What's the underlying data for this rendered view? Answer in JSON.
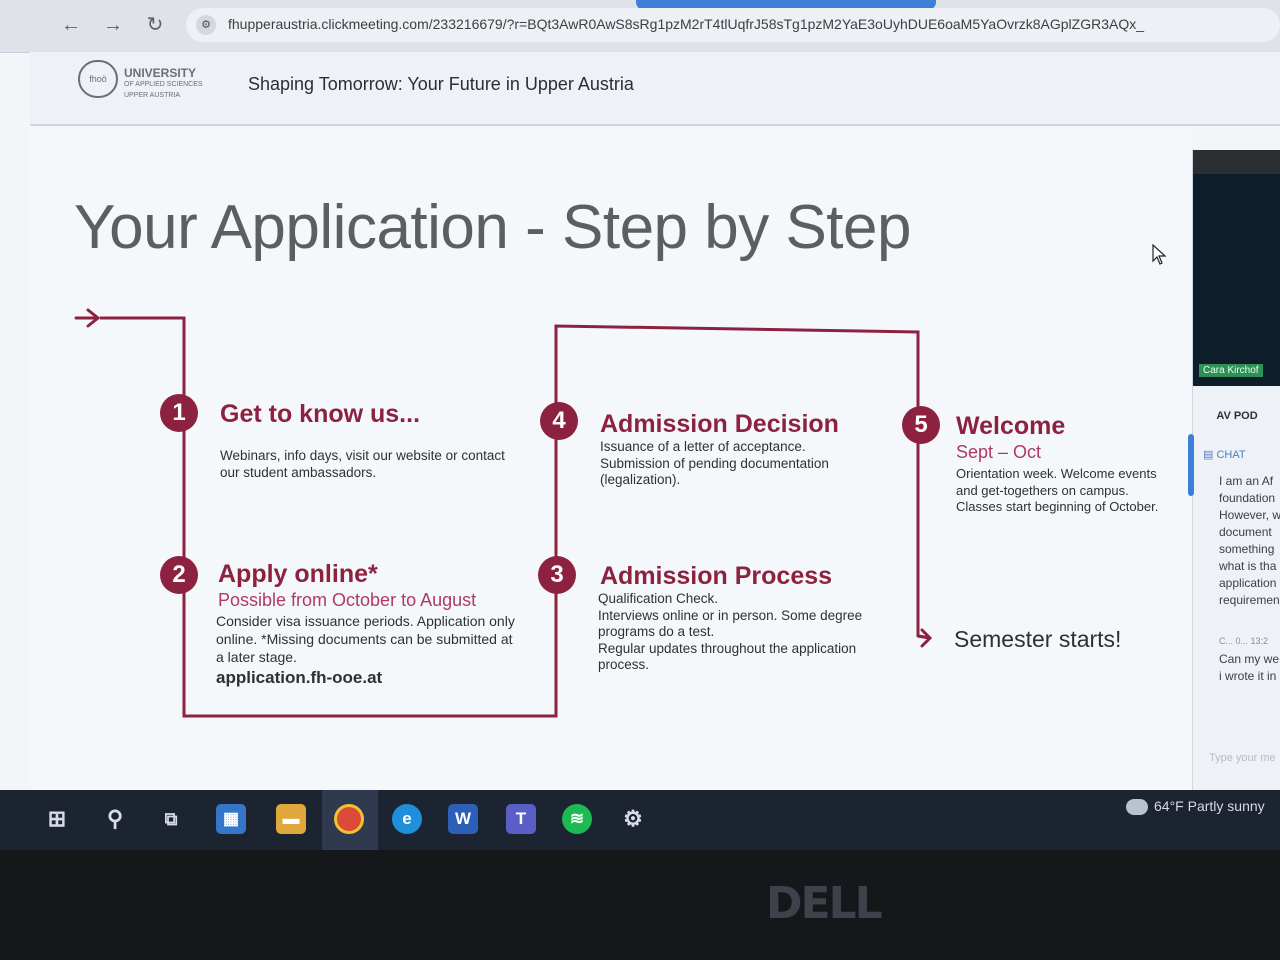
{
  "browser": {
    "back_glyph": "←",
    "forward_glyph": "→",
    "reload_glyph": "↻",
    "url": "fhupperaustria.clickmeeting.com/233216679/?r=BQt3AwR0AwS8sRg1pzM2rT4tlUqfrJ58sTg1pzM2YaE3oUyhDUE6oaM5YaOvrzk8AGplZGR3AQx_"
  },
  "header": {
    "logo_mark": "fhoö",
    "logo_name": "UNIVERSITY",
    "logo_sub1": "OF APPLIED SCIENCES",
    "logo_sub2": "UPPER AUSTRIA",
    "title": "Shaping Tomorrow: Your Future in Upper Austria"
  },
  "slide": {
    "title": "Your Application - Step by Step",
    "steps": [
      {
        "number": "1",
        "title": "Get to know us...",
        "body1": "Webinars, info days, visit our website or contact",
        "body2": "our student ambassadors."
      },
      {
        "number": "2",
        "title": "Apply online*",
        "subtitle": "Possible from October to August",
        "body1": "Consider visa issuance periods. Application only",
        "body2": "online. *Missing documents can be submitted at",
        "body3": "a later stage.",
        "url": "application.fh-ooe.at"
      },
      {
        "number": "3",
        "title": "Admission Process",
        "body1": "Qualification Check.",
        "body2": "Interviews online or in person. Some degree",
        "body3": "programs do a test.",
        "body4": "Regular updates throughout the application",
        "body5": "process."
      },
      {
        "number": "4",
        "title": "Admission Decision",
        "body1": "Issuance of a letter of acceptance.",
        "body2": "Submission of pending documentation",
        "body3": "(legalization)."
      },
      {
        "number": "5",
        "title": "Welcome",
        "subtitle": "Sept – Oct",
        "body1": "Orientation week. Welcome events",
        "body2": "and get-togethers on campus.",
        "body3": "Classes start beginning of October."
      }
    ],
    "semester": "Semester starts!"
  },
  "side_panel": {
    "presenter": "Cara Kirchof",
    "av_pod": "AV POD",
    "chat_tab": "CHAT",
    "chat_lines": [
      "I am an Af",
      "foundation",
      "However, w",
      "document",
      "something",
      "what is tha",
      "application",
      "requiremen"
    ],
    "chat_meta": "C... 0...  13:2",
    "chat_lines2": [
      "Can my we",
      "i wrote it in"
    ],
    "input_placeholder": "Type your me"
  },
  "taskbar": {
    "temperature": "64°F",
    "weather": "Partly sunny",
    "apps": [
      "start-icon",
      "search-icon",
      "task-view-icon",
      "store-icon",
      "file-explorer-icon",
      "chrome-icon",
      "edge-icon",
      "word-icon",
      "teams-icon",
      "spotify-icon",
      "settings-icon"
    ]
  },
  "bezel": {
    "brand": "DELL"
  },
  "colors": {
    "accent": "#8c2240",
    "accent_light": "#b03a5f",
    "taskbar": "#1c2331",
    "link_blue": "#3d7fd6"
  }
}
